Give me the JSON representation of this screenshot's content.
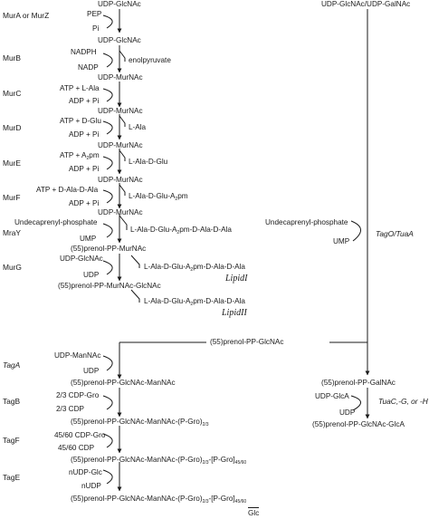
{
  "enzymes": {
    "murA": "MurA or MurZ",
    "murB": "MurB",
    "murC": "MurC",
    "murD": "MurD",
    "murE": "MurE",
    "murF": "MurF",
    "mraY": "MraY",
    "murG": "MurG",
    "tagA": "TagA",
    "tagB": "TagB",
    "tagF": "TagF",
    "tagE": "TagE",
    "tagO": "TagO/TuaA",
    "tuac": "TuaC,-G, or -H"
  },
  "metabolites": {
    "udp_glcnac_top": "UDP-GlcNAc",
    "pep": "PEP",
    "pi": "Pi",
    "udp_glcnac_2": "UDP-GlcNAc",
    "enolpyruvate": "enolpyruvate",
    "nadph": "NADPH",
    "nadp": "NADP",
    "udp_murnac": "UDP-MurNAc",
    "atp_lala": "ATP + L-Ala",
    "adp_pi_1": "ADP + Pi",
    "udp_murnac_2": "UDP-MurNAc",
    "l_ala": "L-Ala",
    "atp_dglu": "ATP + D-Glu",
    "adp_pi_2": "ADP + Pi",
    "udp_murnac_3": "UDP-MurNAc",
    "l_ala_d_glu": "L-Ala-D-Glu",
    "atp_a2pm": "ATP + A",
    "atp_a2pm_end": "pm",
    "adp_pi_3": "ADP + Pi",
    "udp_murnac_4": "UDP-MurNAc",
    "tripeptide_a": "L-Ala-D-Glu-A",
    "tripeptide_b": "pm",
    "atp_dala": "ATP + D-Ala-D-Ala",
    "adp_pi_4": "ADP + Pi",
    "udp_murnac_5": "UDP-MurNAc",
    "undecaprenyl_p_left": "Undecaprenyl-phosphate",
    "pentapeptide_a": "L-Ala-D-Glu-A",
    "pentapeptide_b": "pm-D-Ala-D-Ala",
    "ump_left": "UMP",
    "prenol_murnac": "(55)prenol-PP-MurNAc",
    "udp_glcnac_murg": "UDP-GlcNAc",
    "udp_murg": "UDP",
    "pent_lipid1_a": "L-Ala-D-Glu-A",
    "pent_lipid1_b": "pm-D-Ala-D-Ala",
    "prenol_murnac_glcnac": "(55)prenol-PP-MurNAc-GlcNAc",
    "pent_lipid2_a": "L-Ala-D-Glu-A",
    "pent_lipid2_b": "pm-D-Ala-D-Ala",
    "lipid1": "LipidI",
    "lipid2": "LipidII",
    "sub2": "2",
    "top_right": "UDP-GlcNAc/UDP-GalNAc",
    "undecaprenyl_p_right": "Undecaprenyl-phosphate",
    "ump_right": "UMP",
    "prenol_glcnac": "(55)prenol-PP-GlcNAc",
    "udp_mannac": "UDP-ManNAc",
    "udp_taga": "UDP",
    "prenol_glcnac_mannac": "(55)prenol-PP-GlcNAc-ManNAc",
    "cdp_gro_23": "2/3 CDP-Gro",
    "cdp_23": "2/3 CDP",
    "prenol_gro_a": "(55)prenol-PP-GlcNAc-ManNAc-(P-Gro)",
    "sub_23": "2/3",
    "cdp_gro_4560": "45/60 CDP-Gro",
    "cdp_4560": "45/60 CDP",
    "prenol_gro2_a": "(55)prenol-PP-GlcNAc-ManNAc-(P-Gro)",
    "prenol_gro2_mid": "-[P-Gro]",
    "sub_4560": "45/60",
    "nudp_glc": "nUDP-Glc",
    "nudp": "nUDP",
    "prenol_gro3_a": "(55)prenol-PP-GlcNAc-ManNAc-(P-Gro)",
    "prenol_gro3_mid": "-[P-Gro]",
    "glc": "Glc",
    "prenol_galnac": "(55)prenol-PP-GalNAc",
    "udp_glca": "UDP-GlcA",
    "udp_tuac": "UDP",
    "prenol_galnac_glca": "(55)prenol-PP-GlcNAc-GlcA"
  },
  "colors": {
    "ink": "#1a1a1a",
    "background": "#ffffff"
  }
}
